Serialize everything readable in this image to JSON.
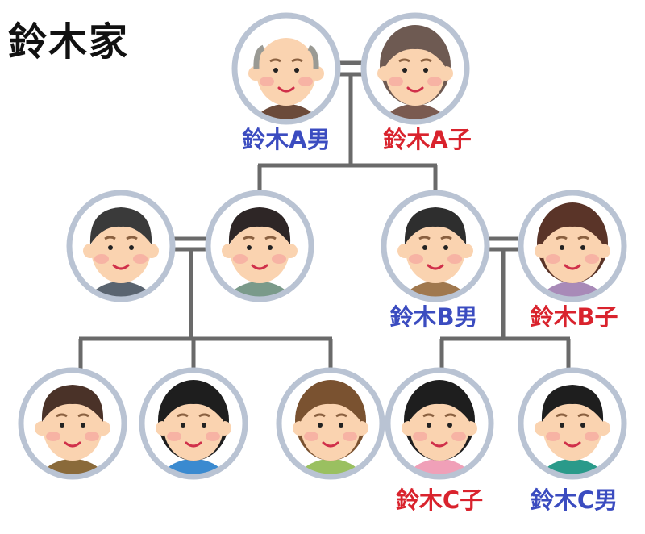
{
  "title": "鈴木家",
  "colors": {
    "male_label": "#3b4cc0",
    "female_label": "#d9232d",
    "line": "#6a6a6a",
    "ring": "#b9c3d3",
    "skin": "#fad3b0",
    "cheek": "#f5a5a0"
  },
  "people": [
    {
      "id": "a-male",
      "label": "鈴木A男",
      "gender": "male",
      "hair": "#9a9a94",
      "shirt": "#6b4a3a",
      "bald": true
    },
    {
      "id": "a-female",
      "label": "鈴木A子",
      "gender": "female",
      "hair": "#6e5a52",
      "shirt": "#7a5a50"
    },
    {
      "id": "left-father",
      "label": "",
      "gender": "male",
      "hair": "#3a3a3a",
      "shirt": "#5a6470"
    },
    {
      "id": "left-mother",
      "label": "",
      "gender": "male",
      "hair": "#2e2626",
      "shirt": "#7a9a8a"
    },
    {
      "id": "b-male",
      "label": "鈴木B男",
      "gender": "male",
      "hair": "#2e2e2e",
      "shirt": "#a0784e"
    },
    {
      "id": "b-female",
      "label": "鈴木B子",
      "gender": "female",
      "hair": "#5a3428",
      "shirt": "#a88ab8"
    },
    {
      "id": "child-1",
      "label": "",
      "gender": "male",
      "hair": "#4a3228",
      "shirt": "#8a6a3a"
    },
    {
      "id": "child-2",
      "label": "",
      "gender": "female",
      "hair": "#1e1e1e",
      "shirt": "#3a8ad0"
    },
    {
      "id": "child-3",
      "label": "",
      "gender": "female",
      "hair": "#7a5230",
      "shirt": "#9ac060"
    },
    {
      "id": "c-female",
      "label": "鈴木C子",
      "gender": "female",
      "hair": "#1e1e1e",
      "shirt": "#f0a0b8"
    },
    {
      "id": "c-male",
      "label": "鈴木C男",
      "gender": "male",
      "hair": "#1e1e1e",
      "shirt": "#2a9a8a"
    }
  ]
}
